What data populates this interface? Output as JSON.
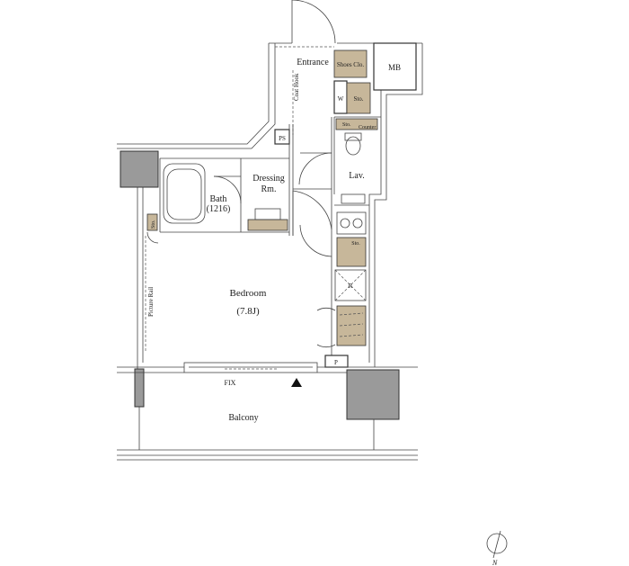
{
  "rooms": {
    "entrance": "Entrance",
    "shoes_closet": "Shoes Clo.",
    "mb": "MB",
    "coat_hook": "Coat Hook",
    "w": "W",
    "storage_entrance": "Sto.",
    "storage_counter": "Sto.",
    "counter": "Counter",
    "ps": "PS",
    "lavatory": "Lav.",
    "dressing_line1": "Dressing",
    "dressing_line2": "Rm.",
    "bath_line1": "Bath",
    "bath_line2": "(1216)",
    "storage_bedroom": "Sto.",
    "storage_kitchen": "Sto.",
    "refrigerator": "R",
    "picture_rail": "Picture Rail",
    "bedroom": "Bedroom",
    "bedroom_size": "(7.8J)",
    "pipe_space": "P",
    "fix": "FIX",
    "balcony": "Balcony",
    "north": "N"
  },
  "colors": {
    "wall": "#9a9a9a",
    "storage": "#c7b79a",
    "line": "#333333"
  }
}
